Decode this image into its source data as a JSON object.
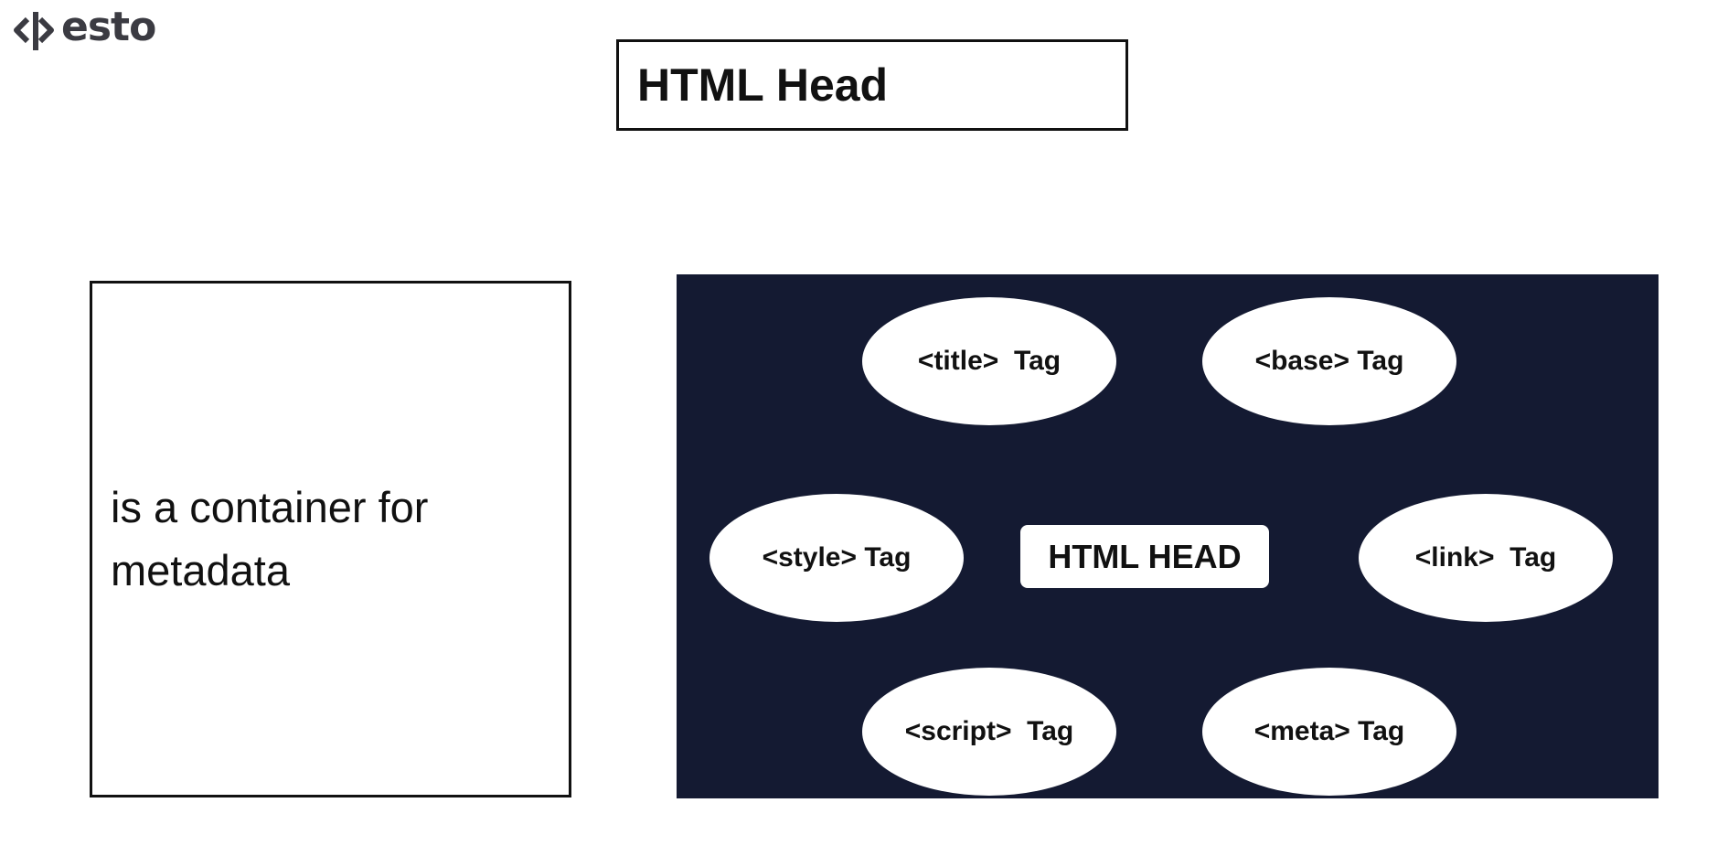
{
  "logo": {
    "text": "esto",
    "icon": "code-brackets-icon"
  },
  "title": "HTML Head",
  "description": {
    "line1": "is a container for",
    "line2": "metadata"
  },
  "diagram": {
    "center": "HTML HEAD",
    "nodes": {
      "title": "<title>  Tag",
      "base": "<base> Tag",
      "style": "<style> Tag",
      "link": "<link>  Tag",
      "script": "<script>  Tag",
      "meta": "<meta> Tag"
    }
  },
  "colors": {
    "panel_background": "#141a32",
    "text": "#111111",
    "logo": "#3b3b42"
  }
}
